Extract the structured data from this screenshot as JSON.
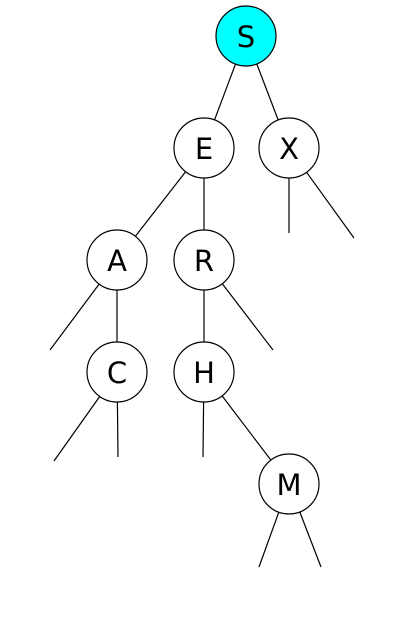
{
  "tree": {
    "highlight_color": "#00ffff",
    "node_fill": "#ffffff",
    "stroke_color": "#000000",
    "nodes": [
      {
        "id": "S",
        "label": "S",
        "highlighted": true
      },
      {
        "id": "E",
        "label": "E",
        "highlighted": false
      },
      {
        "id": "X",
        "label": "X",
        "highlighted": false
      },
      {
        "id": "A",
        "label": "A",
        "highlighted": false
      },
      {
        "id": "R",
        "label": "R",
        "highlighted": false
      },
      {
        "id": "C",
        "label": "C",
        "highlighted": false
      },
      {
        "id": "H",
        "label": "H",
        "highlighted": false
      },
      {
        "id": "M",
        "label": "M",
        "highlighted": false
      }
    ],
    "edges": [
      {
        "from": "S",
        "to": "E"
      },
      {
        "from": "S",
        "to": "X"
      },
      {
        "from": "E",
        "to": "A"
      },
      {
        "from": "E",
        "to": "R"
      },
      {
        "from": "A",
        "to": "C"
      },
      {
        "from": "R",
        "to": "H"
      },
      {
        "from": "H",
        "to": "M"
      }
    ],
    "null_links": [
      {
        "from": "X",
        "side": "left"
      },
      {
        "from": "X",
        "side": "right"
      },
      {
        "from": "A",
        "side": "left"
      },
      {
        "from": "R",
        "side": "right"
      },
      {
        "from": "C",
        "side": "left"
      },
      {
        "from": "C",
        "side": "right"
      },
      {
        "from": "H",
        "side": "left"
      },
      {
        "from": "M",
        "side": "left"
      },
      {
        "from": "M",
        "side": "right"
      }
    ]
  }
}
